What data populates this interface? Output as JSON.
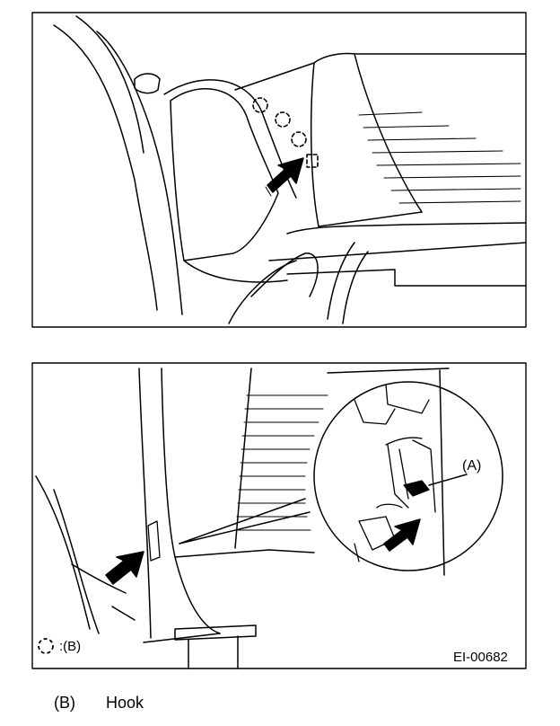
{
  "figure": {
    "callout_label": "(A)",
    "legend_symbol": "dashed-circle-icon",
    "legend_text": ":(B)",
    "figure_id": "EI-00682"
  },
  "caption": {
    "key": "(B)",
    "text": "Hook"
  }
}
